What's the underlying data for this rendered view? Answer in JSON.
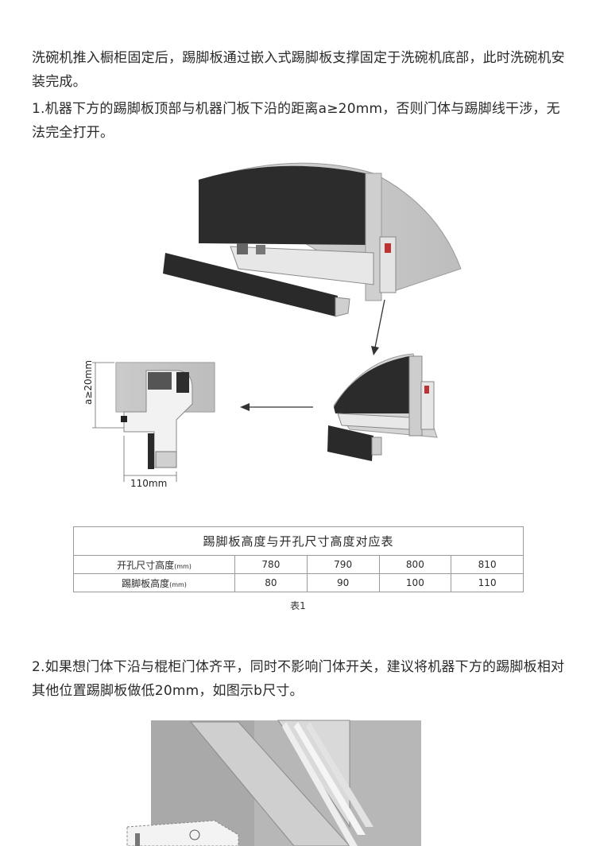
{
  "paragraphs": {
    "p1": "洗碗机推入橱柜固定后，踢脚板通过嵌入式踢脚板支撑固定于洗碗机底部，此时洗碗机安装完成。",
    "p2": "1.机器下方的踢脚板顶部与机器门板下沿的距离a≥20mm，否则门体与踢脚线干涉，无法完全打开。",
    "p3": "2.如果想门体下沿与棍柜门体齐平，同时不影响门体开关，建议将机器下方的踢脚板相对其他位置踢脚板做低20mm，如图示b尺寸。"
  },
  "figure_labels": {
    "a_dim": "a≥20mm",
    "width_dim": "110mm"
  },
  "table": {
    "title": "踢脚板高度与开孔尺寸高度对应表",
    "rows": [
      {
        "header": "开孔尺寸高度",
        "unit": "(mm)",
        "values": [
          "780",
          "790",
          "800",
          "810"
        ]
      },
      {
        "header": "踢脚板高度",
        "unit": "(mm)",
        "values": [
          "80",
          "90",
          "100",
          "110"
        ]
      }
    ],
    "caption": "表1"
  }
}
